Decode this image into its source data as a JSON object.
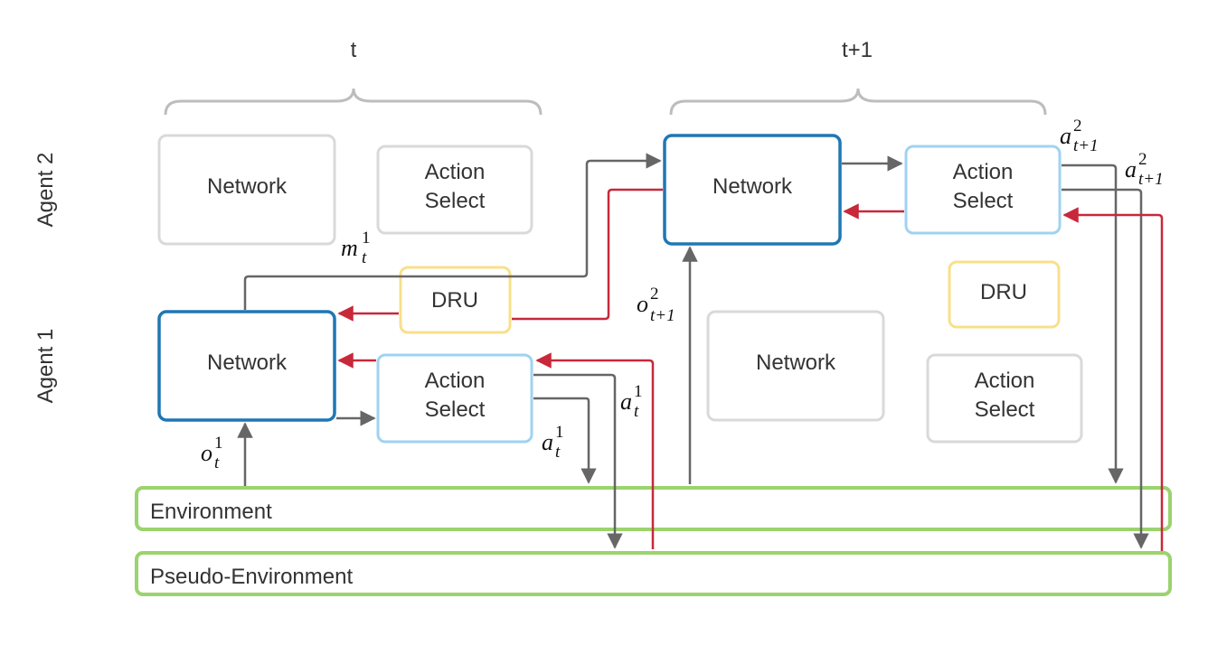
{
  "time_labels": {
    "t": "t",
    "t_plus_1": "t+1"
  },
  "agent_labels": {
    "agent_2": "Agent 2",
    "agent_1": "Agent 1"
  },
  "boxes": {
    "network": "Network",
    "action_select_line1": "Action",
    "action_select_line2": "Select",
    "dru": "DRU"
  },
  "bars": {
    "environment": "Environment",
    "pseudo_environment": "Pseudo-Environment"
  },
  "math": {
    "m_t_1": {
      "base": "m",
      "sub": "t",
      "sup": "1"
    },
    "o_t_1": {
      "base": "o",
      "sub": "t",
      "sup": "1"
    },
    "a_t_1": {
      "base": "a",
      "sub": "t",
      "sup": "1"
    },
    "o_t1_2": {
      "base": "o",
      "sub": "t+1",
      "sup": "2"
    },
    "a_t1_2": {
      "base": "a",
      "sub": "t+1",
      "sup": "2"
    }
  },
  "colors": {
    "active_network": "#1f77b4",
    "action_select_active": "#9fd3f0",
    "inactive": "#d9d9d9",
    "dru": "#f8e08a",
    "environment": "#9bd36e",
    "flow_forward": "#666666",
    "flow_gradient": "#c8283a"
  }
}
